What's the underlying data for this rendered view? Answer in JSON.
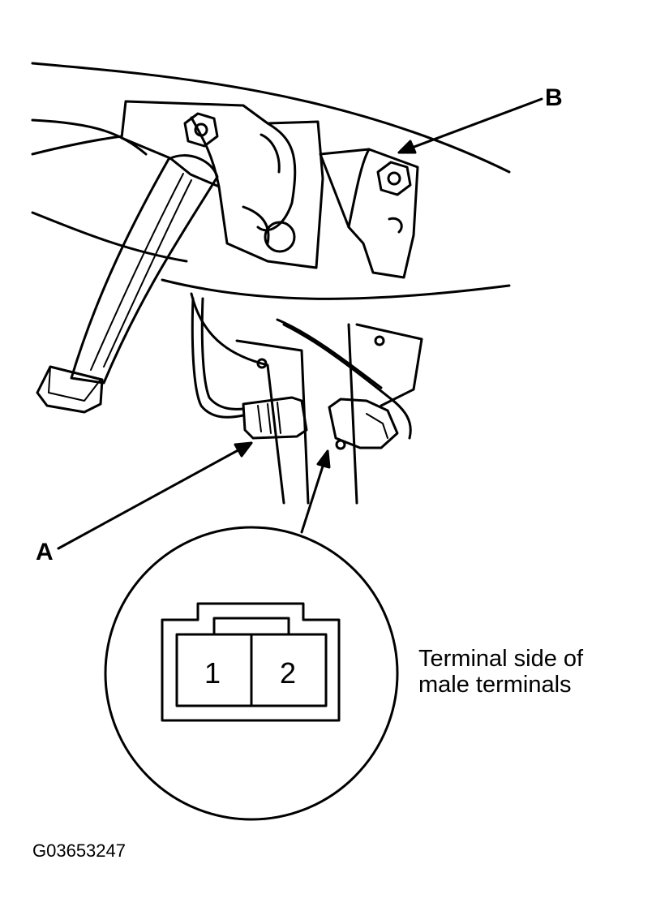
{
  "callouts": {
    "a": "A",
    "b": "B"
  },
  "terminals": [
    "1",
    "2"
  ],
  "caption": {
    "line1": "Terminal side of",
    "line2": "male terminals"
  },
  "figure_code": "G03653247",
  "colors": {
    "ink": "#000000",
    "paper": "#ffffff"
  }
}
